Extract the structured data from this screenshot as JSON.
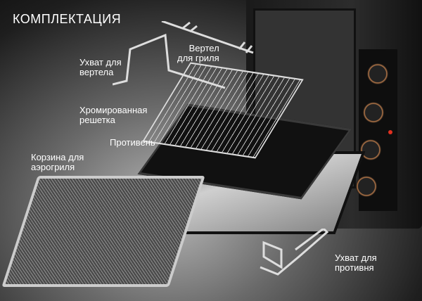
{
  "title": "КОМПЛЕКТАЦИЯ",
  "labels": {
    "spit": "Вертел\nдля гриля",
    "spit_holder": "Ухват для\nвертела",
    "rack": "Хромированная\nрешетка",
    "pan": "Противень",
    "basket": "Корзина для\nаэрогриля",
    "pan_holder": "Ухват для\nпротивня"
  },
  "colors": {
    "accent_knob": "#b97a4a",
    "indicator": "#e03020"
  }
}
